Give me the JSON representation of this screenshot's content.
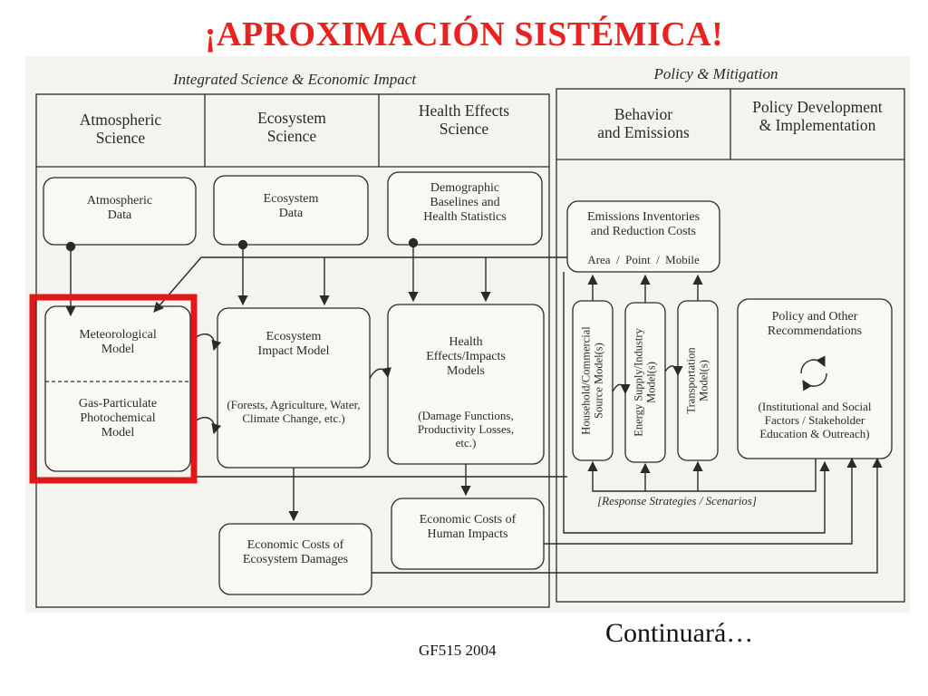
{
  "slide": {
    "title": "¡APROXIMACIÓN SISTÉMICA!",
    "footer_code": "GF515 2004",
    "footer_next": "Continuará…"
  },
  "diagram": {
    "section_left": "Integrated Science & Economic Impact",
    "section_right": "Policy & Mitigation",
    "categories": {
      "atmospheric": [
        "Atmospheric",
        "Science"
      ],
      "ecosystem": [
        "Ecosystem",
        "Science"
      ],
      "health": [
        "Health Effects",
        "Science"
      ],
      "behavior": [
        "Behavior",
        "and Emissions"
      ],
      "policy": [
        "Policy Development",
        "& Implementation"
      ]
    },
    "data_boxes": {
      "atmospheric_data": [
        "Atmospheric",
        "Data"
      ],
      "ecosystem_data": [
        "Ecosystem",
        "Data"
      ],
      "demographic": [
        "Demographic",
        "Baselines and",
        "Health Statistics"
      ]
    },
    "emissions": {
      "title": [
        "Emissions Inventories",
        "and Reduction Costs"
      ],
      "sub": "Area  /  Point  /  Mobile"
    },
    "models": {
      "meteorological": [
        "Meteorological",
        "Model"
      ],
      "gas_particulate": [
        "Gas-Particulate",
        "Photochemical",
        "Model"
      ],
      "ecosystem_impact": [
        "Ecosystem",
        "Impact Model"
      ],
      "ecosystem_impact_sub": [
        "(Forests, Agriculture, Water,",
        "Climate Change, etc.)"
      ],
      "health_effects": [
        "Health",
        "Effects/Impacts",
        "Models"
      ],
      "health_effects_sub": [
        "(Damage Functions,",
        "Productivity Losses,",
        "etc.)"
      ]
    },
    "source_models": {
      "household": [
        "Household/Commercial",
        "Source Model(s)"
      ],
      "energy": [
        "Energy Supply/Industry",
        "Model(s)"
      ],
      "transportation": [
        "Transportation",
        "Model(s)"
      ]
    },
    "policy_reco": {
      "title": [
        "Policy and Other",
        "Recommendations"
      ],
      "sub": [
        "(Institutional and Social",
        "Factors / Stakeholder",
        "Education & Outreach)"
      ]
    },
    "response": "[Response Strategies / Scenarios]",
    "economic": {
      "ecosystem_costs": [
        "Economic Costs of",
        "Ecosystem Damages"
      ],
      "human_costs": [
        "Economic Costs of",
        "Human Impacts"
      ]
    },
    "colors": {
      "line": "#2a2a2a",
      "box_fill": "#f8f8f5",
      "background": "#f4f3ef",
      "highlight": "#e01818",
      "title": "#e8231f"
    }
  }
}
